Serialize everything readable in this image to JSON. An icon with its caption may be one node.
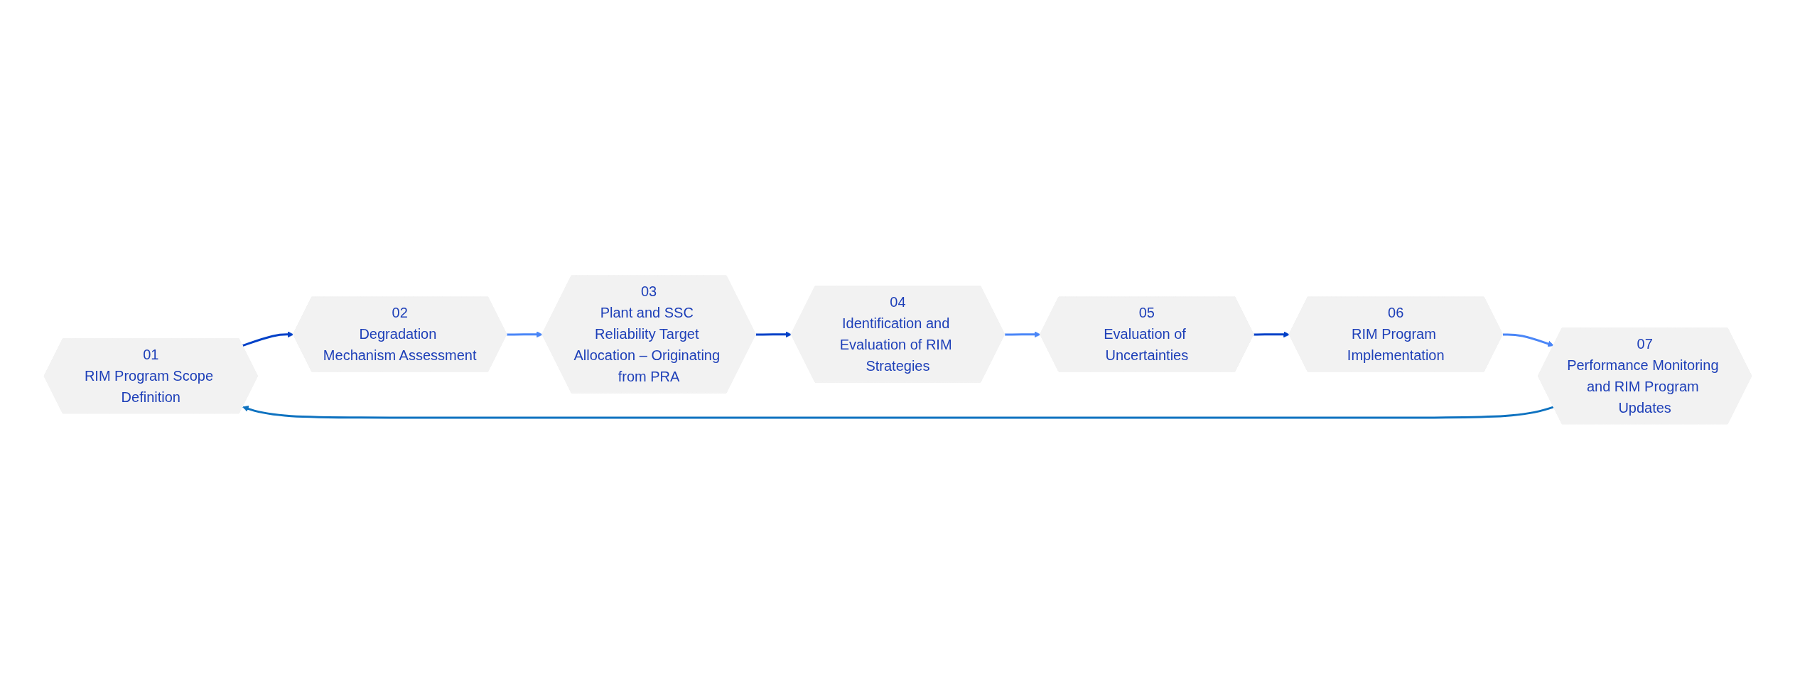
{
  "diagram": {
    "nodes": [
      {
        "text": [
          "01",
          "RIM Program Scope Definition"
        ]
      },
      {
        "text": [
          "02",
          "Degradation Mechanism Assessment"
        ]
      },
      {
        "text": [
          "03",
          "Plant and SSC Reliability Target Allocation – Originating from PRA"
        ]
      },
      {
        "text": [
          "04",
          "Identification and Evaluation of RIM Strategies"
        ]
      },
      {
        "text": [
          "05",
          "Evaluation of Uncertainties"
        ]
      },
      {
        "text": [
          "06",
          "RIM Program Implementation"
        ]
      },
      {
        "text": [
          "07",
          "Performance Monitoring and RIM Program Updates"
        ]
      }
    ],
    "edges": [
      {
        "from": 0,
        "to": 1,
        "arrow": "to",
        "color": "#0041c8"
      },
      {
        "from": 1,
        "to": 2,
        "arrow": "to",
        "color": "#4a86f7"
      },
      {
        "from": 2,
        "to": 3,
        "arrow": "to",
        "color": "#0041c8"
      },
      {
        "from": 3,
        "to": 4,
        "arrow": "to",
        "color": "#4a86f7"
      },
      {
        "from": 4,
        "to": 5,
        "arrow": "to",
        "color": "#0041c8"
      },
      {
        "from": 5,
        "to": 6,
        "arrow": "to",
        "color": "#4a86f7"
      },
      {
        "from": 6,
        "to": 0,
        "arrow": "to",
        "color": "#0e72c0"
      }
    ]
  }
}
